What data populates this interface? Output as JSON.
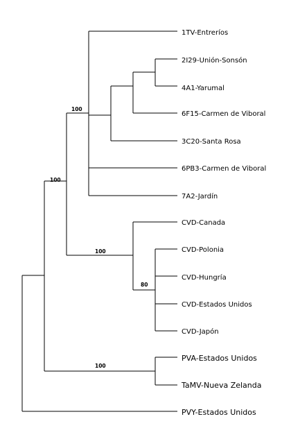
{
  "tree": {
    "leaves": [
      {
        "id": "L1",
        "label": "1TV-Entreríos",
        "big": false
      },
      {
        "id": "L2",
        "label": "2I29-Unión-Sonsón",
        "big": false
      },
      {
        "id": "L3",
        "label": "4A1-Yarumal",
        "big": false
      },
      {
        "id": "L4",
        "label": "6F15-Carmen de Viboral",
        "big": false
      },
      {
        "id": "L5",
        "label": "3C20-Santa Rosa",
        "big": false
      },
      {
        "id": "L6",
        "label": "6PB3-Carmen de Viboral",
        "big": false
      },
      {
        "id": "L7",
        "label": "7A2-Jardín",
        "big": false
      },
      {
        "id": "L8",
        "label": "CVD-Canada",
        "big": false
      },
      {
        "id": "L9",
        "label": "CVD-Polonia",
        "big": false
      },
      {
        "id": "L10",
        "label": "CVD-Hungría",
        "big": false
      },
      {
        "id": "L11",
        "label": "CVD-Estados Unidos",
        "big": false
      },
      {
        "id": "L12",
        "label": "CVD-Japón",
        "big": false
      },
      {
        "id": "L13",
        "label": "PVA-Estados Unidos",
        "big": true
      },
      {
        "id": "L14",
        "label": "TaMV-Nueva Zelanda",
        "big": true
      },
      {
        "id": "L15",
        "label": "PVY-Estados Unidos",
        "big": true
      }
    ],
    "bootstrap": [
      {
        "id": "B1",
        "value": "100"
      },
      {
        "id": "B2",
        "value": "100"
      },
      {
        "id": "B3",
        "value": "100"
      },
      {
        "id": "B4",
        "value": "80"
      },
      {
        "id": "B5",
        "value": "100"
      }
    ]
  }
}
